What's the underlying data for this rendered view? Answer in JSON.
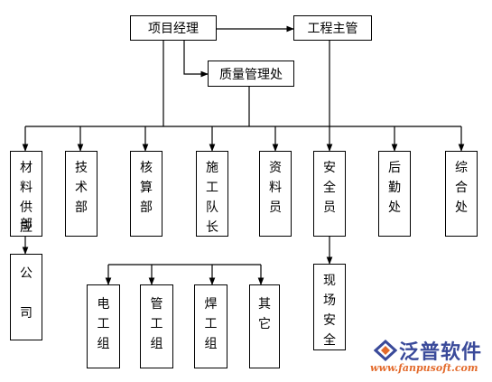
{
  "nodes": {
    "project_manager": "项目经理",
    "engineering_supervisor": "工程主管",
    "quality_office": "质量管理处",
    "materials_supply": [
      "材",
      "料",
      "供",
      "应",
      "部"
    ],
    "technical": [
      "技",
      "术",
      "部"
    ],
    "accounting": [
      "核",
      "算",
      "部"
    ],
    "construction_team_lead": [
      "施",
      "工",
      "队",
      "长"
    ],
    "documentation": [
      "资",
      "料",
      "员"
    ],
    "safety_officer": [
      "安",
      "全",
      "员"
    ],
    "logistics": [
      "后",
      "勤",
      "处"
    ],
    "general_affairs": [
      "综",
      "合",
      "处"
    ],
    "company": [
      "公",
      "",
      "司"
    ],
    "electrician_group": [
      "电",
      "工",
      "组"
    ],
    "pipe_group": [
      "管",
      "工",
      "组"
    ],
    "welder_group": [
      "焊",
      "工",
      "组"
    ],
    "other": [
      "其",
      "它"
    ],
    "site_safety": [
      "现",
      "场",
      "安",
      "全"
    ]
  },
  "logo": {
    "name": "泛普软件",
    "url": "www.fanpusoft.com"
  },
  "colors": {
    "line": "#000000",
    "logo_blue": "#3a4a9a",
    "logo_orange": "#e36a2b"
  }
}
